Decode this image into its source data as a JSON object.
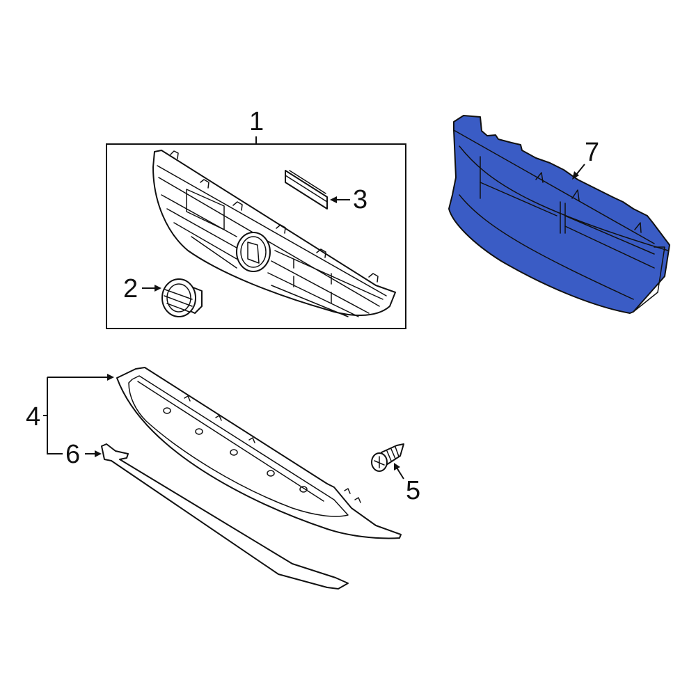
{
  "diagram": {
    "type": "exploded parts diagram",
    "subject": "Front grille assembly",
    "highlight_color": "#3a5cc5",
    "line_color": "#111111",
    "background": "#ffffff",
    "parts": [
      {
        "callout": "1",
        "description": "Grille assembly (boxed group)"
      },
      {
        "callout": "2",
        "description": "Emblem"
      },
      {
        "callout": "3",
        "description": "Molding strip"
      },
      {
        "callout": "4",
        "description": "Lower grille"
      },
      {
        "callout": "5",
        "description": "Screw"
      },
      {
        "callout": "6",
        "description": "Lower molding strip"
      },
      {
        "callout": "7",
        "description": "Grille reinforcement (highlighted)"
      }
    ]
  },
  "labels": {
    "c1": "1",
    "c2": "2",
    "c3": "3",
    "c4": "4",
    "c5": "5",
    "c6": "6",
    "c7": "7"
  }
}
